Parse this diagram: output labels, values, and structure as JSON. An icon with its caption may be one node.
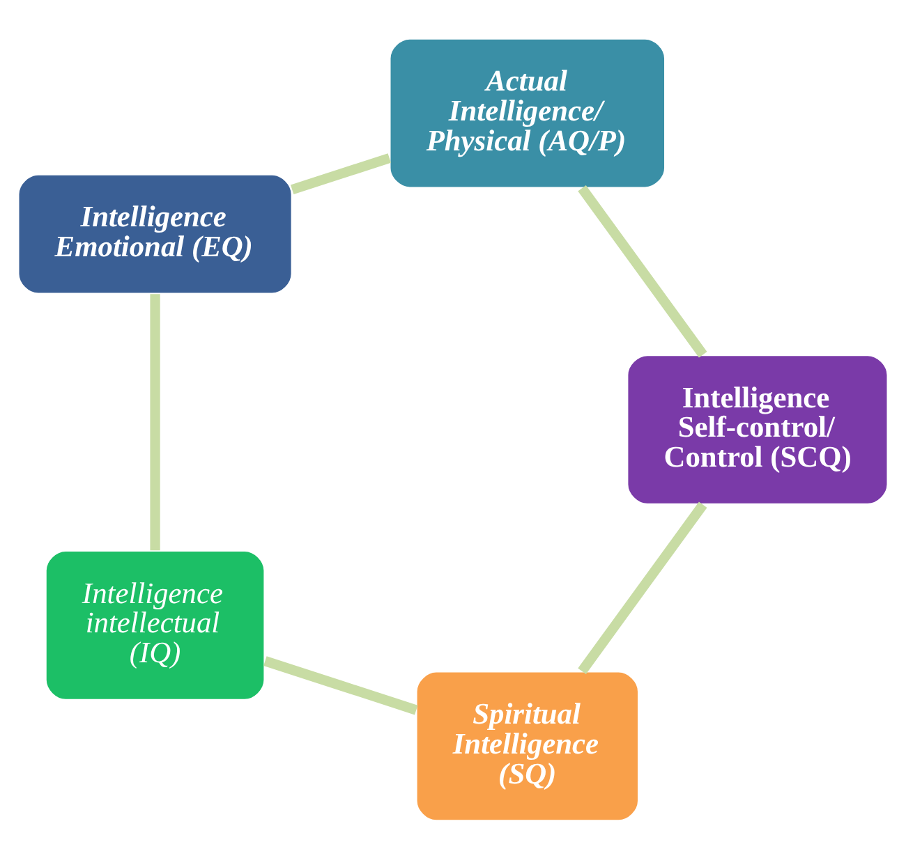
{
  "diagram": {
    "nodes": [
      {
        "text": [
          "Spiritual Intelligence (SQ)"
        ]
      },
      {
        "text": [
          "Intelligence Self-control/ Control (SCQ)"
        ]
      },
      {
        "text": [
          "Intelligence intellectual (IQ)"
        ]
      },
      {
        "text": [
          "Actual Intelligence/ Physical (AQ/P)"
        ]
      },
      {
        "text": [
          "Intelligence Emotional (EQ)"
        ]
      }
    ],
    "edges": [
      {
        "from": 0,
        "to": 2,
        "arrow": "none"
      },
      {
        "from": 2,
        "to": 4,
        "arrow": "none"
      },
      {
        "from": 4,
        "to": 3,
        "arrow": "none"
      },
      {
        "from": 3,
        "to": 1,
        "arrow": "none"
      },
      {
        "from": 1,
        "to": 0,
        "arrow": "none"
      }
    ]
  }
}
